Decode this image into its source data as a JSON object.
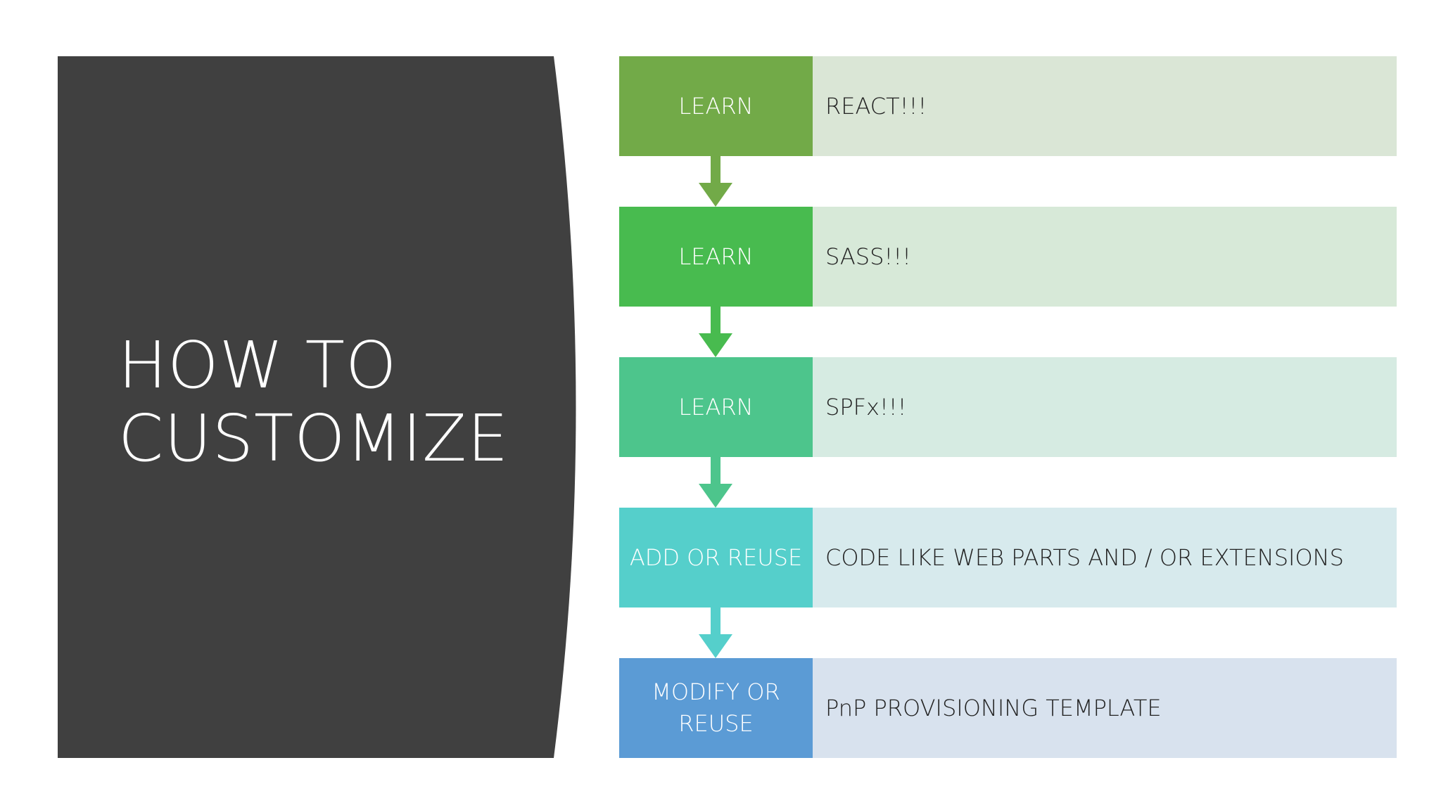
{
  "title": {
    "line1": "HOW TO",
    "line2": "CUSTOMIZE"
  },
  "colors": {
    "panel": "#404040",
    "background": "#ffffff"
  },
  "steps": [
    {
      "label": "LEARN",
      "description": "REACT!!!",
      "color": "#72AA48",
      "description_bg": "#DAE6D6"
    },
    {
      "label": "LEARN",
      "description": "SASS!!!",
      "color": "#48BB4F",
      "description_bg": "#D7E9D8"
    },
    {
      "label": "LEARN",
      "description": "SPFx!!!",
      "color": "#4DC58C",
      "description_bg": "#D6EBE2"
    },
    {
      "label": "ADD OR REUSE",
      "description": "CODE LIKE WEB PARTS AND / OR EXTENSIONS",
      "color": "#55CFCB",
      "description_bg": "#D7EAED"
    },
    {
      "label": "MODIFY OR REUSE",
      "description": "PnP PROVISIONING TEMPLATE",
      "color": "#5B9BD5",
      "description_bg": "#D8E2EE"
    }
  ]
}
